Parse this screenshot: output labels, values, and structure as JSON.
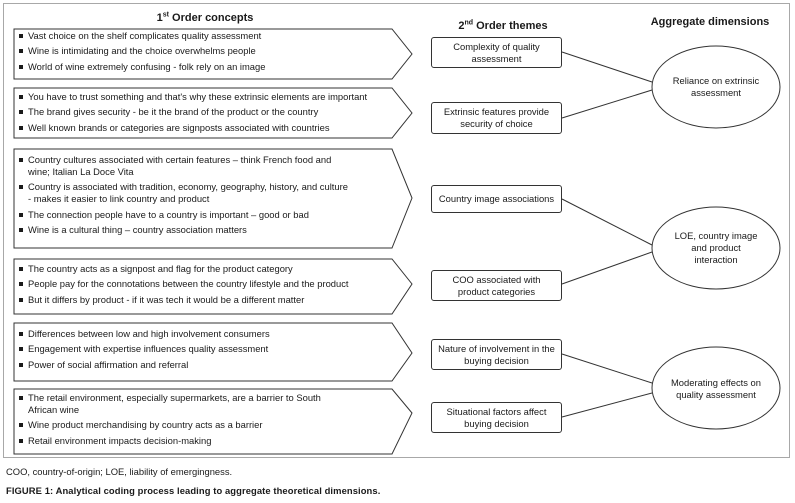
{
  "headers": {
    "first_order": "1",
    "first_order_sup": "st",
    "first_order_rest": " Order concepts",
    "second_order": "2",
    "second_order_sup": "nd",
    "second_order_rest": " Order themes",
    "aggregate": "Aggregate dimensions"
  },
  "concept_groups": [
    {
      "items": [
        "Vast choice on the shelf complicates quality assessment",
        "Wine is intimidating and the choice overwhelms people",
        "World of wine extremely confusing - folk rely on an image"
      ]
    },
    {
      "items": [
        "You have to trust something and that's why these extrinsic elements are important",
        "The brand gives security - be it the brand of the product or the country",
        "Well known brands or categories are signposts associated with countries"
      ]
    },
    {
      "items": [
        "Country cultures associated with certain features – think French food and wine; Italian La Doce Vita",
        "Country is associated with tradition, economy, geography, history, and culture - makes it easier to link country and product",
        "The connection people have to a country is important – good or bad",
        "Wine is a cultural thing – country association matters"
      ]
    },
    {
      "items": [
        "The country acts as a signpost and flag for the product category",
        "People pay for the connotations between the country lifestyle and the product",
        "But it differs by product - if it was tech it would be a different matter"
      ]
    },
    {
      "items": [
        "Differences between low and high involvement consumers",
        "Engagement with expertise influences quality assessment",
        "Power of social affirmation and referral"
      ]
    },
    {
      "items": [
        "The retail environment, especially supermarkets, are a barrier to South African wine",
        "Wine product merchandising by country acts as a barrier",
        "Retail environment impacts decision-making"
      ]
    }
  ],
  "themes": [
    "Complexity of quality assessment",
    "Extrinsic features provide security of choice",
    "Country image associations",
    "COO associated with product categories",
    "Nature of involvement in the buying decision",
    "Situational factors affect buying decision"
  ],
  "aggregates": [
    "Reliance on extrinsic assessment",
    "LOE, country image and product interaction",
    "Moderating effects on quality assessment"
  ],
  "footnote": "COO, country-of-origin; LOE, liability of emergingness.",
  "caption": "FIGURE 1: Analytical coding process leading to aggregate theoretical dimensions."
}
